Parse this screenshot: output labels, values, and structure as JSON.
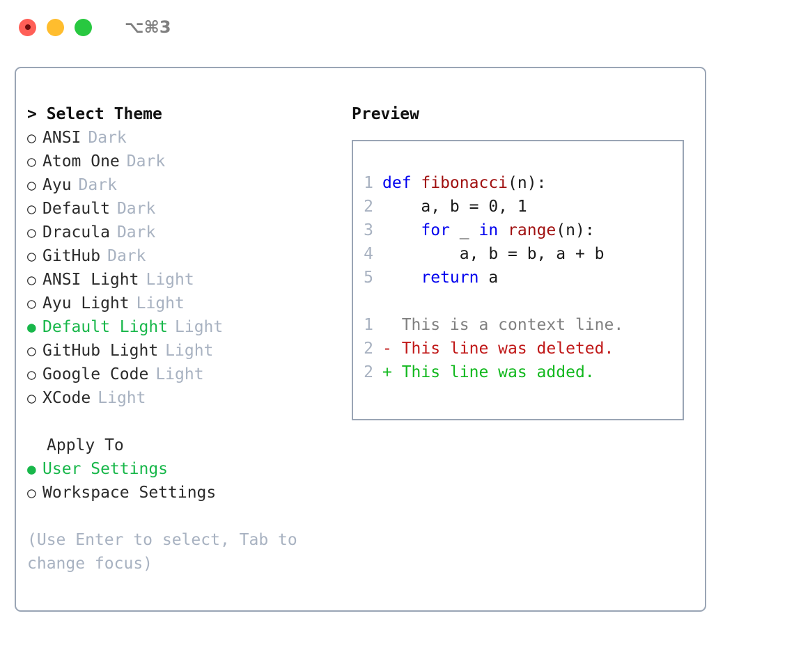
{
  "titlebar": {
    "shortcut": "⌥⌘3",
    "buttons": [
      {
        "name": "close",
        "color": "#ff5f57"
      },
      {
        "name": "minimize",
        "color": "#ffbd2e"
      },
      {
        "name": "maximize",
        "color": "#28c840"
      }
    ]
  },
  "colors": {
    "accent_green": "#18b74a",
    "muted": "#a8b2c1",
    "border": "#9aa5b5",
    "keyword_blue": "#0000ee",
    "function_red": "#a01010",
    "diff_add": "#12b81e",
    "diff_del": "#c01818",
    "diff_ctx": "#808080"
  },
  "theme_panel": {
    "header": "> Select Theme",
    "items": [
      {
        "marker": "○",
        "label": "ANSI",
        "badge": "Dark",
        "selected": false
      },
      {
        "marker": "○",
        "label": "Atom One",
        "badge": "Dark",
        "selected": false
      },
      {
        "marker": "○",
        "label": "Ayu",
        "badge": "Dark",
        "selected": false
      },
      {
        "marker": "○",
        "label": "Default",
        "badge": "Dark",
        "selected": false
      },
      {
        "marker": "○",
        "label": "Dracula",
        "badge": "Dark",
        "selected": false
      },
      {
        "marker": "○",
        "label": "GitHub",
        "badge": "Dark",
        "selected": false
      },
      {
        "marker": "○",
        "label": "ANSI Light",
        "badge": "Light",
        "selected": false
      },
      {
        "marker": "○",
        "label": "Ayu Light",
        "badge": "Light",
        "selected": false
      },
      {
        "marker": "●",
        "label": "Default Light",
        "badge": "Light",
        "selected": true
      },
      {
        "marker": "○",
        "label": "GitHub Light",
        "badge": "Light",
        "selected": false
      },
      {
        "marker": "○",
        "label": "Google Code",
        "badge": "Light",
        "selected": false
      },
      {
        "marker": "○",
        "label": "XCode",
        "badge": "Light",
        "selected": false
      }
    ]
  },
  "apply_to": {
    "title": "Apply To",
    "options": [
      {
        "marker": "●",
        "label": "User Settings",
        "selected": true
      },
      {
        "marker": "○",
        "label": "Workspace Settings",
        "selected": false
      }
    ]
  },
  "hint": "(Use Enter to select, Tab to change focus)",
  "preview": {
    "header": "Preview",
    "code_lines": [
      {
        "num": "1",
        "tokens": [
          {
            "t": "def ",
            "c": "kw"
          },
          {
            "t": "fibonacci",
            "c": "fn"
          },
          {
            "t": "(n):",
            "c": "plain"
          }
        ]
      },
      {
        "num": "2",
        "tokens": [
          {
            "t": "    a, b = 0, 1",
            "c": "plain"
          }
        ]
      },
      {
        "num": "3",
        "tokens": [
          {
            "t": "    ",
            "c": "plain"
          },
          {
            "t": "for",
            "c": "kw"
          },
          {
            "t": " _ ",
            "c": "plain"
          },
          {
            "t": "in",
            "c": "kw"
          },
          {
            "t": " ",
            "c": "plain"
          },
          {
            "t": "range",
            "c": "fn"
          },
          {
            "t": "(n):",
            "c": "plain"
          }
        ]
      },
      {
        "num": "4",
        "tokens": [
          {
            "t": "        a, b = b, a + b",
            "c": "plain"
          }
        ]
      },
      {
        "num": "5",
        "tokens": [
          {
            "t": "    ",
            "c": "plain"
          },
          {
            "t": "return",
            "c": "kw"
          },
          {
            "t": " a",
            "c": "plain"
          }
        ]
      }
    ],
    "diff_lines": [
      {
        "num": "1",
        "text": "  This is a context line.",
        "kind": "diff-ctx"
      },
      {
        "num": "2",
        "text": "- This line was deleted.",
        "kind": "diff-del"
      },
      {
        "num": "2",
        "text": "+ This line was added.",
        "kind": "diff-add"
      }
    ]
  }
}
